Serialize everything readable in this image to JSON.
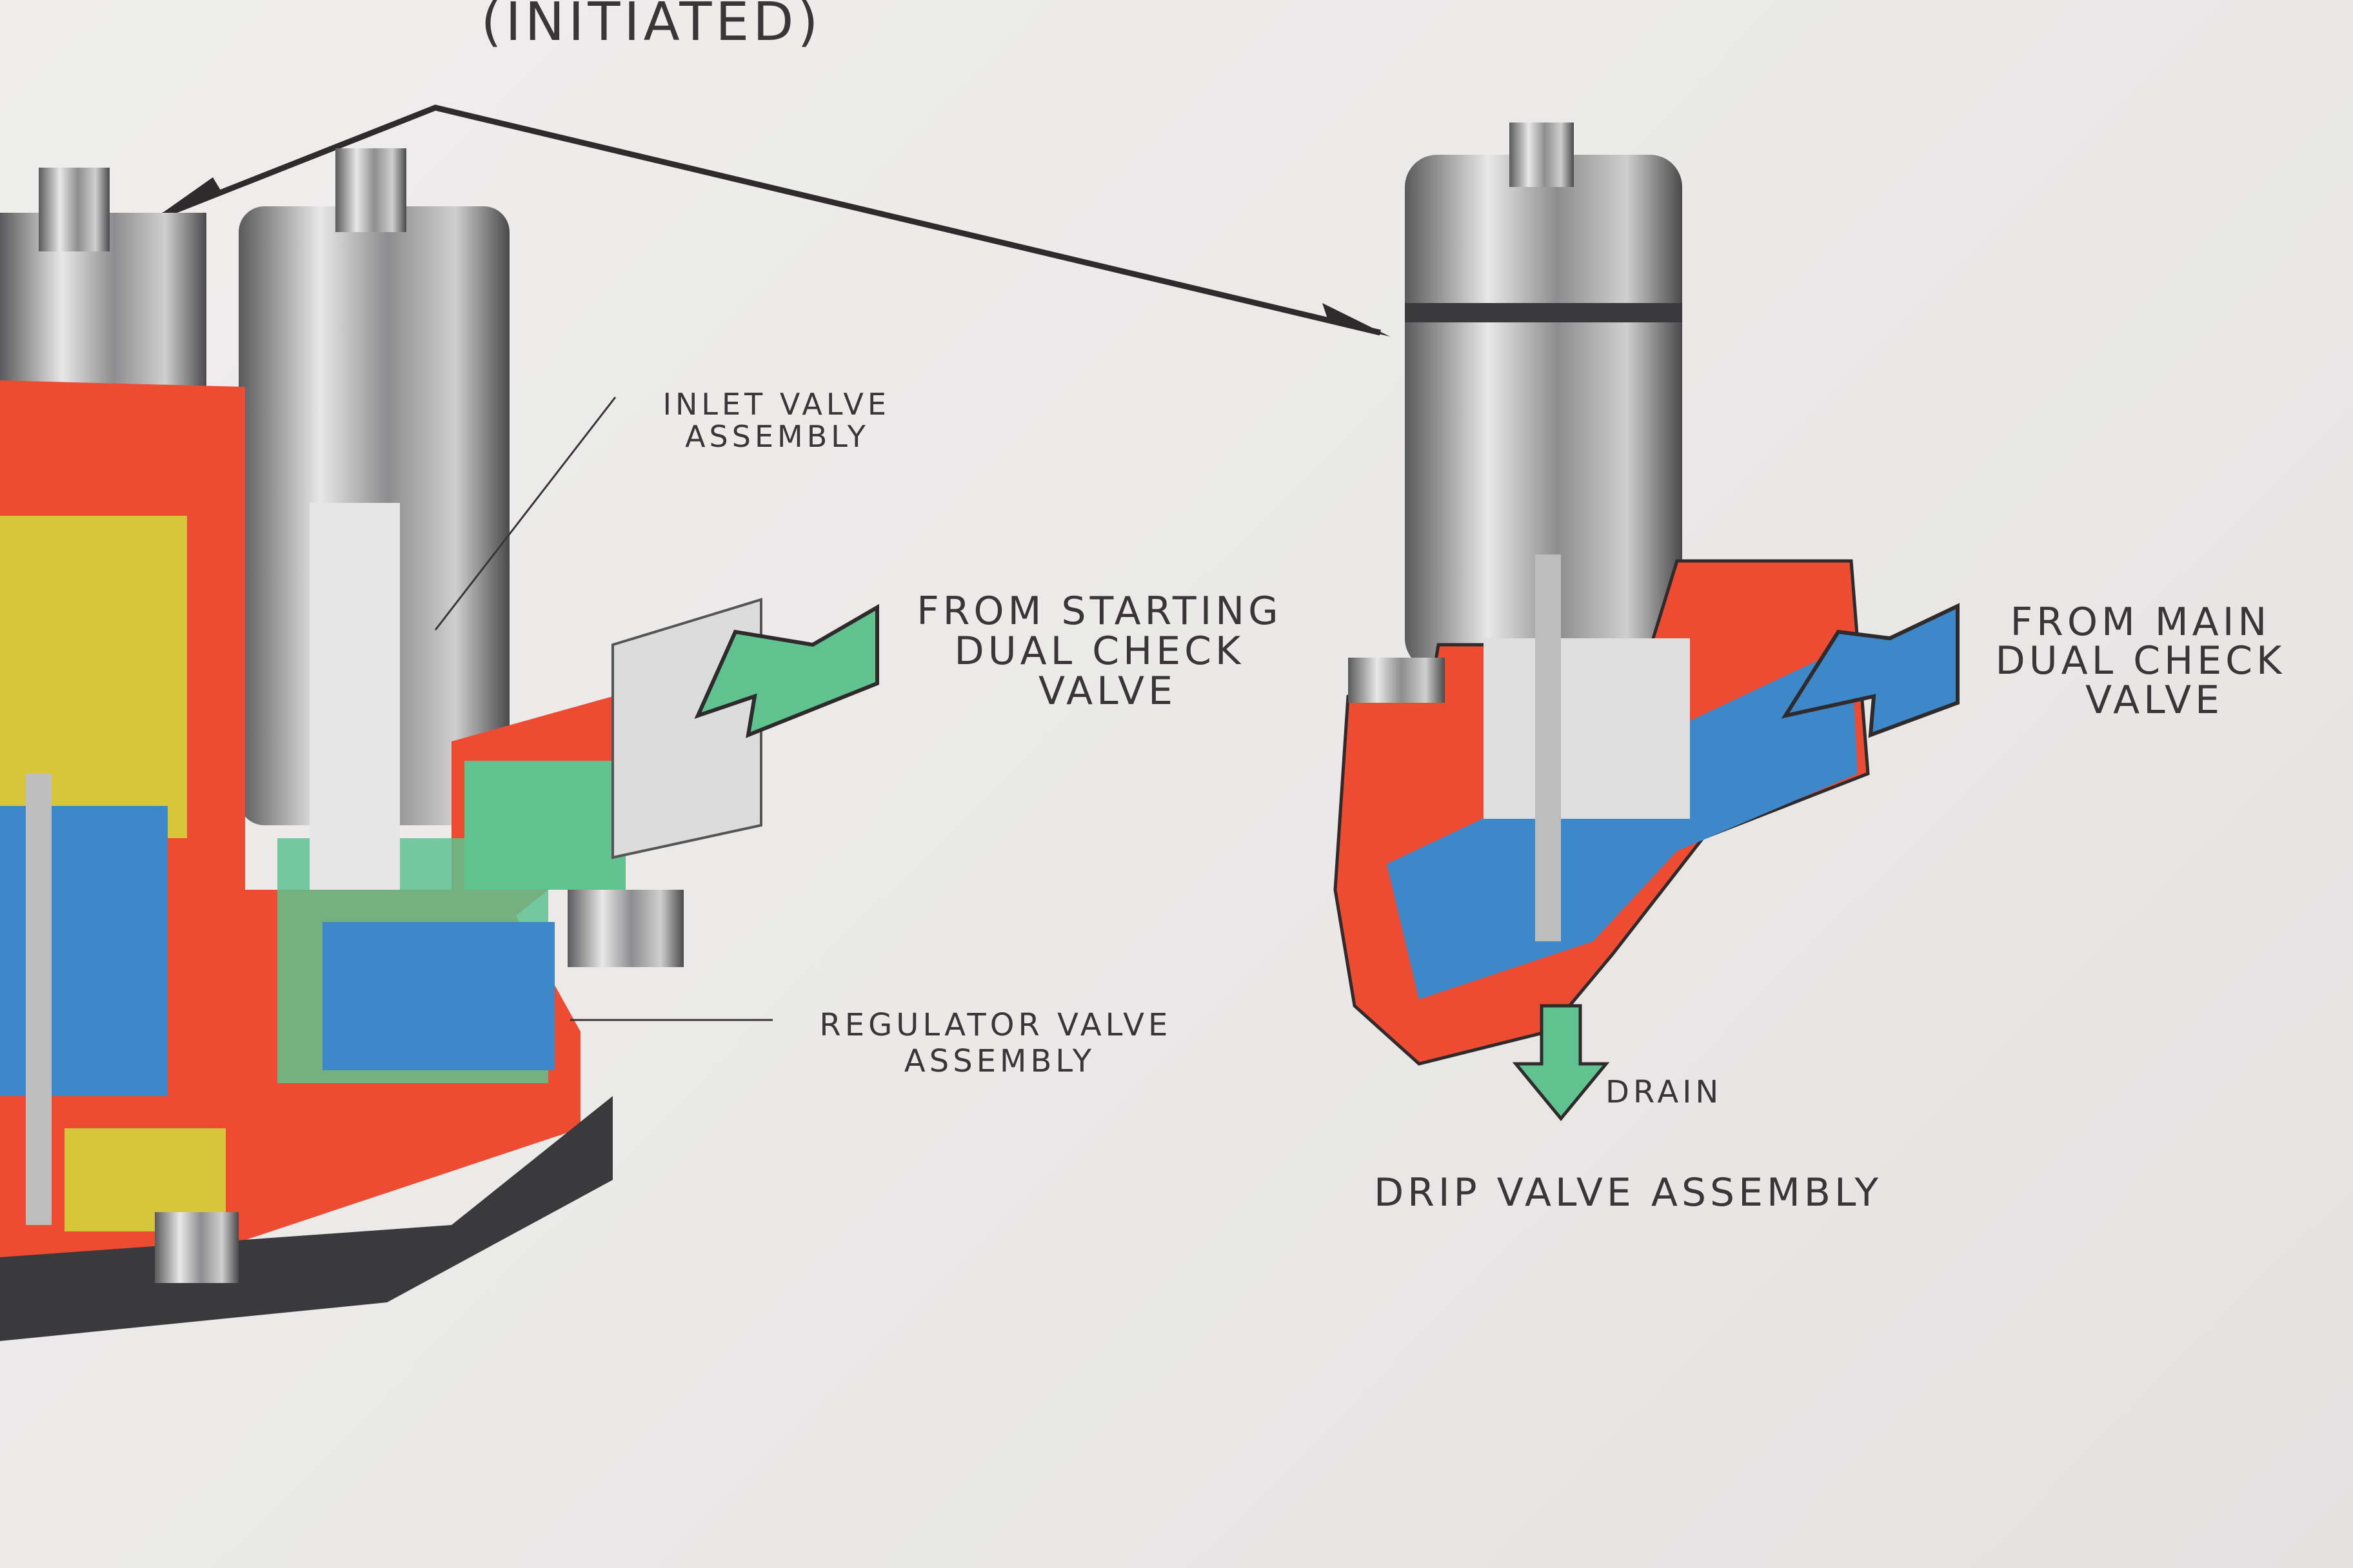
{
  "title": "(INITIATED)",
  "labels": {
    "inlet_valve": [
      "INLET VALVE",
      "ASSEMBLY"
    ],
    "from_starting": [
      "FROM STARTING",
      "DUAL CHECK",
      "VALVE"
    ],
    "regulator_valve": [
      "REGULATOR VALVE",
      "ASSEMBLY"
    ],
    "from_main": [
      "FROM MAIN",
      "DUAL CHECK",
      "VALVE"
    ],
    "drain": "DRAIN",
    "drip_valve": "DRIP VALVE ASSEMBLY"
  },
  "colors": {
    "body_red": "#ee4b33",
    "fuel_green": "#5fc28f",
    "fuel_blue": "#3d88c8",
    "fuel_yellow": "#d8c63a",
    "metal_gray": "#9a9a9c",
    "ink": "#3a3638"
  }
}
